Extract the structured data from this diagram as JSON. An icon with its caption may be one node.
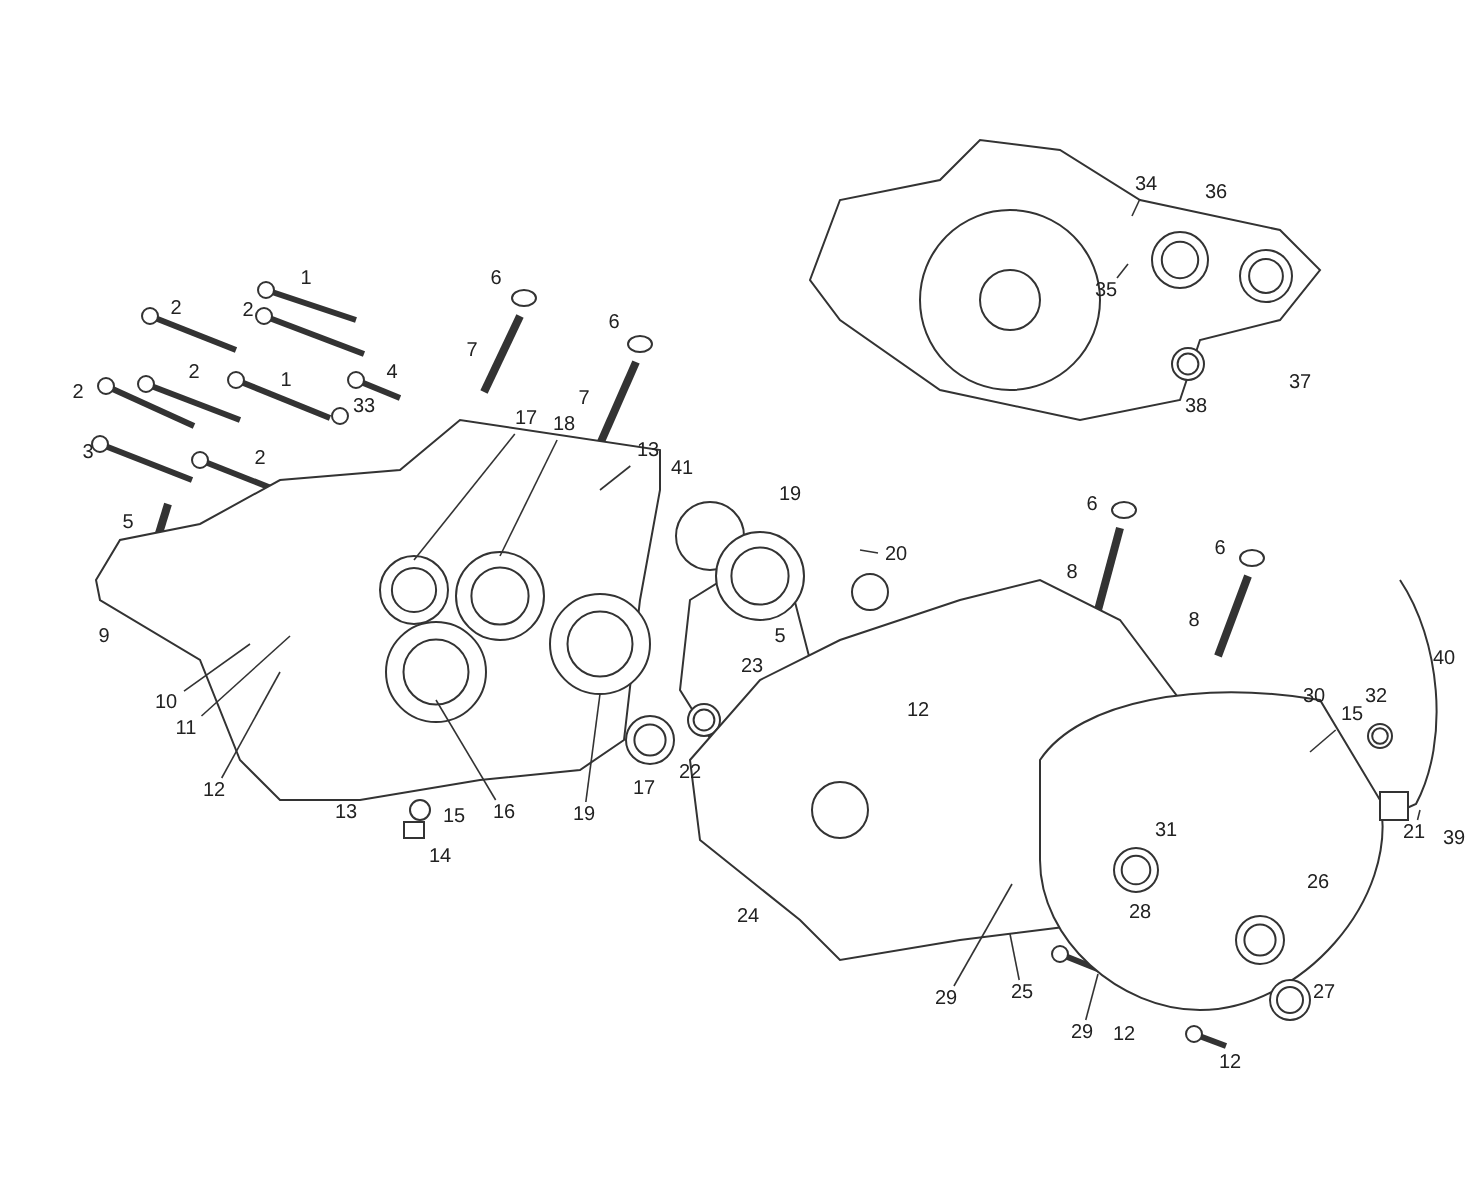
{
  "diagram": {
    "nodes": [
      {
        "text": [
          "17"
        ]
      },
      {
        "text": [
          "18"
        ]
      },
      {
        "text": [
          "13"
        ]
      },
      {
        "text": [
          "10"
        ]
      },
      {
        "text": [
          "11"
        ]
      },
      {
        "text": [
          "12"
        ]
      },
      {
        "text": [
          "16"
        ]
      },
      {
        "text": [
          "19"
        ]
      },
      {
        "text": [
          "20"
        ]
      },
      {
        "text": [
          "29"
        ]
      },
      {
        "text": [
          "29"
        ]
      },
      {
        "text": [
          "25"
        ]
      },
      {
        "text": [
          "15"
        ]
      },
      {
        "text": [
          "21"
        ]
      },
      {
        "text": [
          "34"
        ]
      },
      {
        "text": [
          "35"
        ]
      },
      {
        "text": [],
        "shape": "picture"
      },
      {
        "text": [],
        "shape": "picture"
      }
    ],
    "edges": [
      {
        "from": 0,
        "to": null,
        "arrow": "none"
      },
      {
        "from": 1,
        "to": null,
        "arrow": "none"
      },
      {
        "from": 2,
        "to": null,
        "arrow": "none"
      },
      {
        "from": 3,
        "to": null,
        "arrow": "none"
      },
      {
        "from": 4,
        "to": null,
        "arrow": "none"
      },
      {
        "from": 5,
        "to": null,
        "arrow": "none"
      },
      {
        "from": 6,
        "to": null,
        "arrow": "none"
      },
      {
        "from": 7,
        "to": null,
        "arrow": "none"
      },
      {
        "from": 8,
        "to": null,
        "arrow": "none"
      },
      {
        "from": 9,
        "to": 17,
        "arrow": "none"
      },
      {
        "from": 10,
        "to": 16,
        "arrow": "none"
      },
      {
        "from": 11,
        "to": 17,
        "arrow": "none"
      },
      {
        "from": 12,
        "to": null,
        "arrow": "none"
      },
      {
        "from": 13,
        "to": null,
        "arrow": "none"
      },
      {
        "from": 14,
        "to": null,
        "arrow": "none"
      },
      {
        "from": 15,
        "to": null,
        "arrow": "none"
      }
    ],
    "labels": [
      "36",
      "1",
      "6",
      "2",
      "2",
      "6",
      "7",
      "2",
      "1",
      "4",
      "37",
      "2",
      "7",
      "33",
      "38",
      "3",
      "2",
      "41",
      "19",
      "6",
      "5",
      "8",
      "6",
      "8",
      "9",
      "5",
      "23",
      "30",
      "32",
      "12",
      "22",
      "17",
      "13",
      "15",
      "31",
      "39",
      "14",
      "40",
      "26",
      "24",
      "28",
      "27",
      "12",
      "12"
    ]
  }
}
